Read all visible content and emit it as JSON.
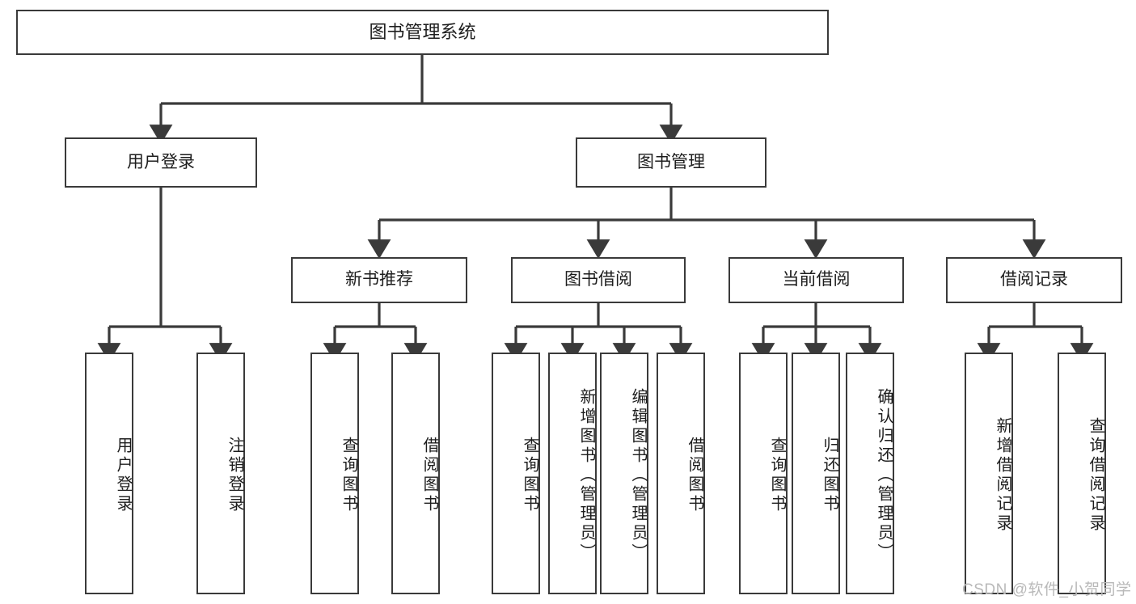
{
  "diagram": {
    "type": "tree",
    "title": "图书管理系统",
    "root": {
      "label": "图书管理系统"
    },
    "level2": [
      {
        "label": "用户登录"
      },
      {
        "label": "图书管理"
      }
    ],
    "level3": [
      {
        "label": "新书推荐"
      },
      {
        "label": "图书借阅"
      },
      {
        "label": "当前借阅"
      },
      {
        "label": "借阅记录"
      }
    ],
    "leaves_user_login": [
      {
        "label": "用户登录"
      },
      {
        "label": "注销登录"
      }
    ],
    "leaves_new_book": [
      {
        "label": "查询图书"
      },
      {
        "label": "借阅图书"
      }
    ],
    "leaves_borrow": [
      {
        "label": "查询图书"
      },
      {
        "label": "新增图书（管理员）"
      },
      {
        "label": "编辑图书（管理员）"
      },
      {
        "label": "借阅图书"
      }
    ],
    "leaves_current": [
      {
        "label": "查询图书"
      },
      {
        "label": "归还图书"
      },
      {
        "label": "确认归还（管理员）"
      }
    ],
    "leaves_record": [
      {
        "label": "新增借阅记录"
      },
      {
        "label": "查询借阅记录"
      }
    ],
    "colors": {
      "stroke": "#3a3a3a",
      "fill": "#ffffff",
      "text": "#1d1d1d",
      "watermark": "#b9b9b9"
    }
  },
  "watermark": {
    "text": "CSDN @软件_小贺同学"
  }
}
